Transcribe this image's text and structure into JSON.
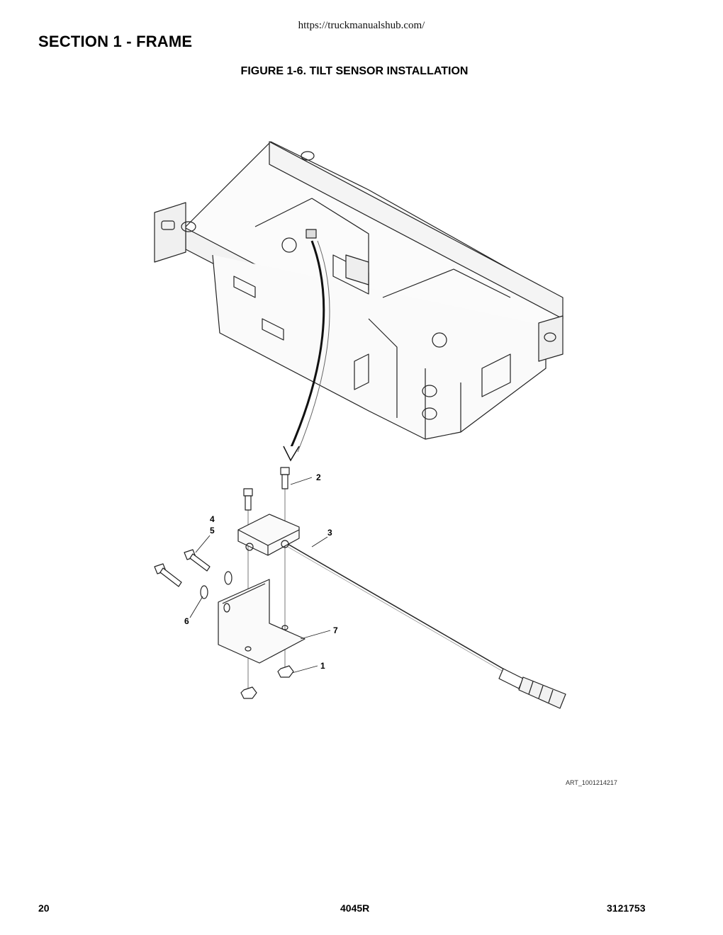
{
  "header": {
    "url": "https://truckmanualshub.com/",
    "section_title": "SECTION 1 - FRAME",
    "figure_title": "FIGURE 1-6. TILT SENSOR INSTALLATION"
  },
  "callouts": {
    "c1": "1",
    "c2": "2",
    "c3": "3",
    "c4": "4",
    "c5": "5",
    "c6": "6",
    "c7": "7"
  },
  "art_id": "ART_1001214217",
  "footer": {
    "page_number": "20",
    "model": "4045R",
    "doc_number": "3121753"
  }
}
